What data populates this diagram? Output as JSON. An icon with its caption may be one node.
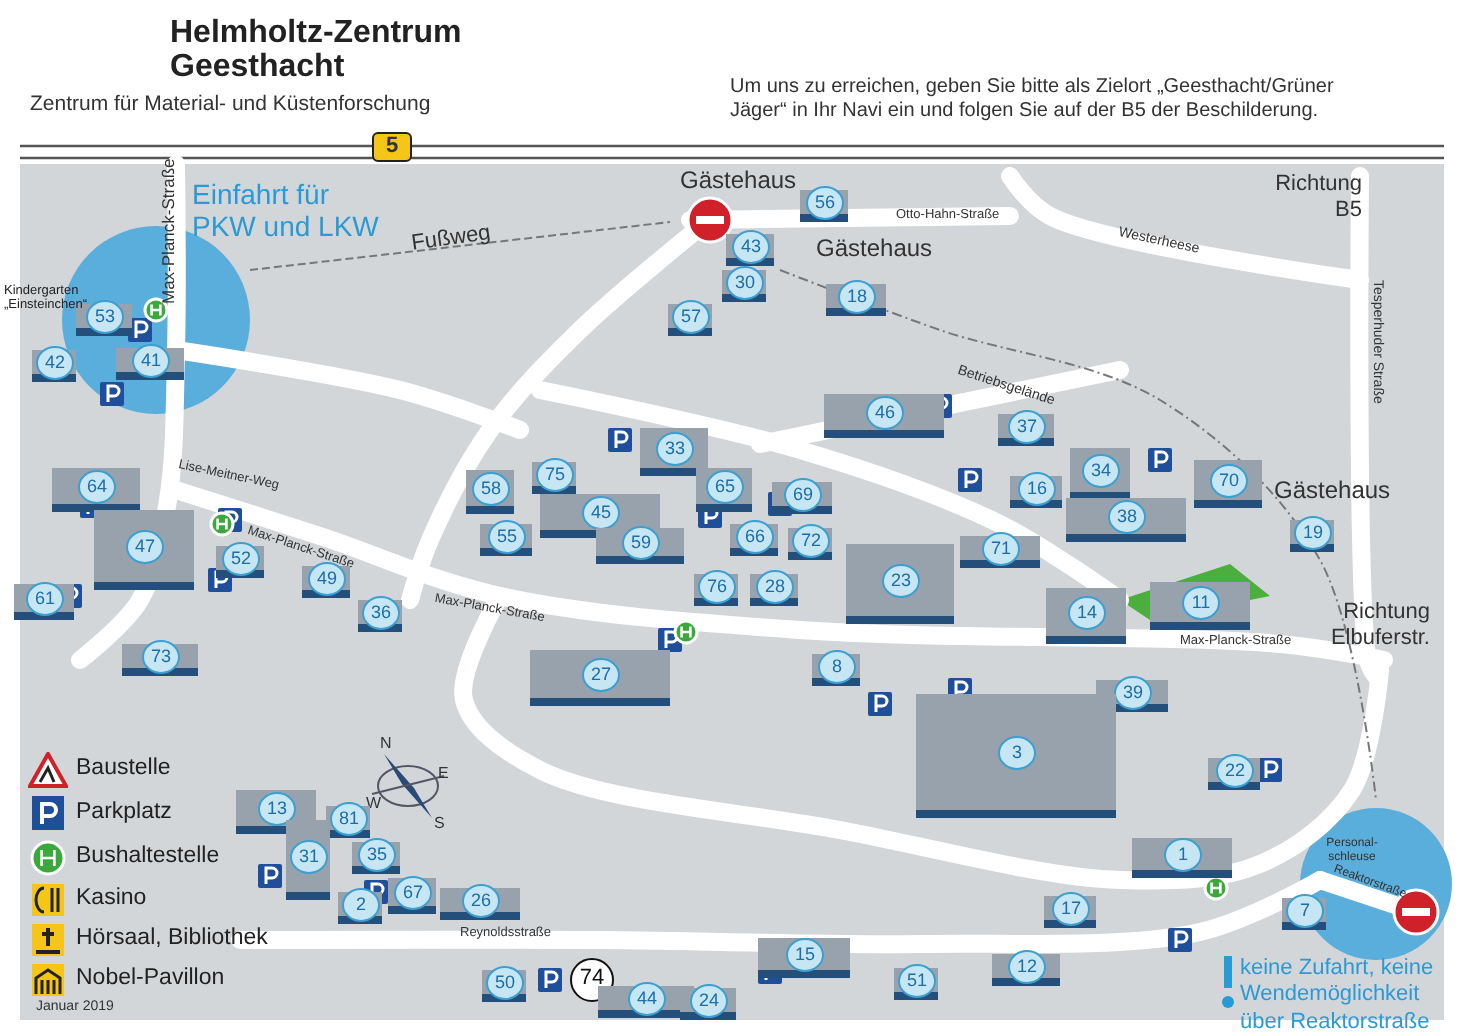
{
  "diagram": {
    "title": "Helmholtz-Zentrum Geesthacht",
    "nodes": [
      {
        "text": [
          "56"
        ],
        "beside": [
          "Gästehaus"
        ]
      },
      {
        "text": [
          "43"
        ]
      },
      {
        "text": [
          "18"
        ],
        "beside": [
          "Gästehaus"
        ]
      },
      {
        "text": [
          "30"
        ]
      },
      {
        "text": [
          "53"
        ],
        "beside": [
          "Kindergarten „Einsteinchen“"
        ]
      },
      {
        "text": [
          "57"
        ]
      },
      {
        "text": [
          "42"
        ]
      },
      {
        "text": [
          "41"
        ]
      },
      {
        "text": [
          "46"
        ]
      },
      {
        "text": [
          "37"
        ]
      },
      {
        "text": [
          "33"
        ]
      },
      {
        "text": [
          "34"
        ]
      },
      {
        "text": [
          "75"
        ]
      },
      {
        "text": [
          "70"
        ]
      },
      {
        "text": [
          "64"
        ]
      },
      {
        "text": [
          "58"
        ]
      },
      {
        "text": [
          "16"
        ]
      },
      {
        "text": [
          "65"
        ]
      },
      {
        "text": [
          "69"
        ]
      },
      {
        "text": [
          "45"
        ]
      },
      {
        "text": [
          "38"
        ]
      },
      {
        "text": [
          "19"
        ],
        "beside": [
          "Gästehaus"
        ]
      },
      {
        "text": [
          "55"
        ]
      },
      {
        "text": [
          "47"
        ]
      },
      {
        "text": [
          "59"
        ]
      },
      {
        "text": [
          "66"
        ]
      },
      {
        "text": [
          "72"
        ]
      },
      {
        "text": [
          "71"
        ]
      },
      {
        "text": [
          "52"
        ]
      },
      {
        "text": [
          "49"
        ]
      },
      {
        "text": [
          "23"
        ]
      },
      {
        "text": [
          "76"
        ]
      },
      {
        "text": [
          "28"
        ]
      },
      {
        "text": [
          "61"
        ]
      },
      {
        "text": [
          "11"
        ]
      },
      {
        "text": [
          "14"
        ]
      },
      {
        "text": [
          "36"
        ]
      },
      {
        "text": [
          "73"
        ]
      },
      {
        "text": [
          "8"
        ]
      },
      {
        "text": [
          "27"
        ]
      },
      {
        "text": [
          "39"
        ]
      },
      {
        "text": [
          "3"
        ]
      },
      {
        "text": [
          "22"
        ]
      },
      {
        "text": [
          "13"
        ]
      },
      {
        "text": [
          "81"
        ]
      },
      {
        "text": [
          "35"
        ]
      },
      {
        "text": [
          "1"
        ]
      },
      {
        "text": [
          "31"
        ]
      },
      {
        "text": [
          "67"
        ]
      },
      {
        "text": [
          "26"
        ]
      },
      {
        "text": [
          "2"
        ]
      },
      {
        "text": [
          "17"
        ]
      },
      {
        "text": [
          "7"
        ]
      },
      {
        "text": [
          "15"
        ]
      },
      {
        "text": [
          "12"
        ]
      },
      {
        "text": [
          "51"
        ]
      },
      {
        "text": [
          "74"
        ]
      },
      {
        "text": [
          "50"
        ]
      },
      {
        "text": [
          "44"
        ]
      },
      {
        "text": [
          "24"
        ]
      }
    ],
    "labels": [
      "Zentrum für Material- und Küstenforschung",
      "Um uns zu erreichen, geben Sie bitte als Zielort „Geesthacht/Grüner Jäger“ in Ihr Navi ein und folgen Sie auf der B5 der Beschilderung.",
      "5",
      "Einfahrt für PKW und LKW",
      "Max-Planck-Straße",
      "Fußweg",
      "Otto-Hahn-Straße",
      "Richtung B5",
      "Westerheese",
      "Betriebsgelände",
      "Tesperhuder Straße",
      "Lise-Meitner-Weg",
      "Max-Planck-Straße",
      "Max-Planck-Straße",
      "Max-Planck-Straße",
      "Richtung Elbuferstr.",
      "N",
      "E",
      "W",
      "S",
      "Reynoldsstraße",
      "Personal-schleuse",
      "Reaktorstraße",
      "keine Zufahrt, keine Wendemöglichkeit",
      "über Reaktorstraße",
      "Januar 2019"
    ],
    "legend": [
      {
        "text": "Baustelle"
      },
      {
        "text": "Parkplatz"
      },
      {
        "text": "Bushaltestelle"
      },
      {
        "text": "Kasino"
      },
      {
        "text": "Hörsaal, Bibliothek"
      },
      {
        "text": "Nobel-Pavillon"
      }
    ]
  }
}
